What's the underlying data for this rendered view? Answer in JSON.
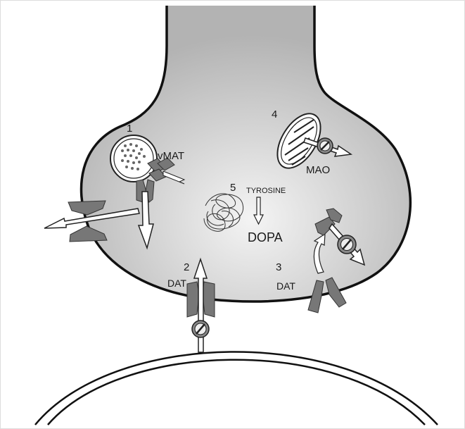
{
  "labels": {
    "n1": "1",
    "n2": "2",
    "n3": "3",
    "n4": "4",
    "n5": "5",
    "vmat": "vMAT",
    "mao": "MAO",
    "dat_left": "DAT",
    "dat_right": "DAT",
    "tyrosine": "TYROSINE",
    "dopa": "DOPA"
  },
  "colors": {
    "terminal_gradient_center": "#f4f4f4",
    "terminal_gradient_edge": "#b3b3b3",
    "transporter": "#777777",
    "inhibitor": "#888888",
    "outline": "#111111"
  },
  "icons": {
    "inhibitor": "prohibition-sign-icon",
    "transport_arrow": "arrow-icon"
  }
}
